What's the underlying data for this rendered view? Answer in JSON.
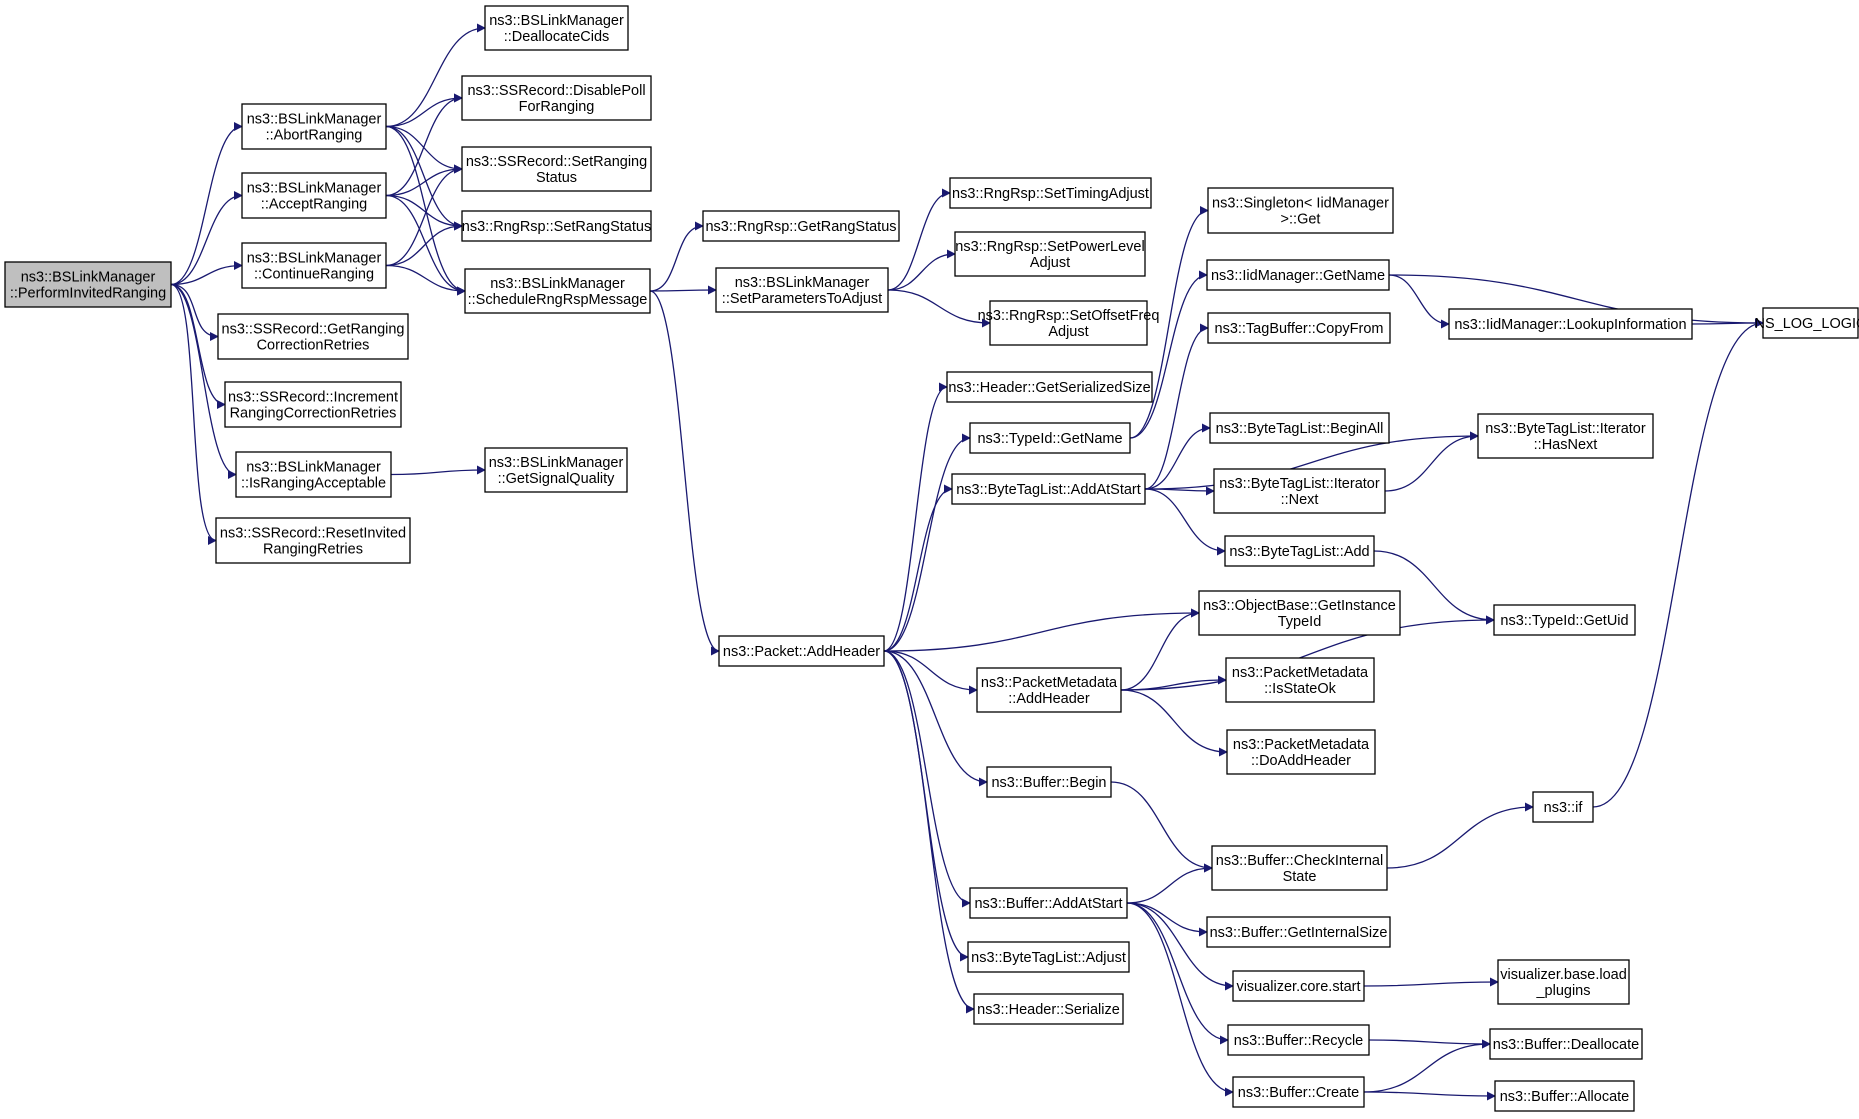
{
  "colors": {
    "edge": "#191970",
    "node_border": "#000000",
    "node_border_truncated": "#ff0000",
    "node_fill": "#ffffff",
    "focus_fill": "#bfbfbf",
    "text": "#000000"
  },
  "nodes": [
    {
      "id": "perform",
      "lines": [
        "ns3::BSLinkManager",
        "::PerformInvitedRanging"
      ],
      "focus": true
    },
    {
      "id": "abort",
      "lines": [
        "ns3::BSLinkManager",
        "::AbortRanging"
      ]
    },
    {
      "id": "accept",
      "lines": [
        "ns3::BSLinkManager",
        "::AcceptRanging"
      ]
    },
    {
      "id": "continue",
      "lines": [
        "ns3::BSLinkManager",
        "::ContinueRanging"
      ]
    },
    {
      "id": "getrangcorr",
      "lines": [
        "ns3::SSRecord::GetRanging",
        "CorrectionRetries"
      ]
    },
    {
      "id": "incr",
      "lines": [
        "ns3::SSRecord::Increment",
        "RangingCorrectionRetries"
      ]
    },
    {
      "id": "isranging",
      "lines": [
        "ns3::BSLinkManager",
        "::IsRangingAcceptable"
      ]
    },
    {
      "id": "resetinv",
      "lines": [
        "ns3::SSRecord::ResetInvited",
        "RangingRetries"
      ]
    },
    {
      "id": "dealloc",
      "lines": [
        "ns3::BSLinkManager",
        "::DeallocateCids"
      ]
    },
    {
      "id": "disablepoll",
      "lines": [
        "ns3::SSRecord::DisablePoll",
        "ForRanging"
      ]
    },
    {
      "id": "setrangstat",
      "lines": [
        "ns3::SSRecord::SetRanging",
        "Status"
      ]
    },
    {
      "id": "rngsetrang",
      "lines": [
        "ns3::RngRsp::SetRangStatus"
      ]
    },
    {
      "id": "schedule",
      "lines": [
        "ns3::BSLinkManager",
        "::ScheduleRngRspMessage"
      ]
    },
    {
      "id": "sigq",
      "lines": [
        "ns3::BSLinkManager",
        "::GetSignalQuality"
      ]
    },
    {
      "id": "getrang",
      "lines": [
        "ns3::RngRsp::GetRangStatus"
      ]
    },
    {
      "id": "setparams",
      "lines": [
        "ns3::BSLinkManager",
        "::SetParametersToAdjust"
      ]
    },
    {
      "id": "timing",
      "lines": [
        "ns3::RngRsp::SetTimingAdjust"
      ]
    },
    {
      "id": "power",
      "lines": [
        "ns3::RngRsp::SetPowerLevel",
        "Adjust"
      ]
    },
    {
      "id": "offset",
      "lines": [
        "ns3::RngRsp::SetOffsetFreq",
        "Adjust"
      ]
    },
    {
      "id": "pktadd",
      "lines": [
        "ns3::Packet::AddHeader"
      ]
    },
    {
      "id": "hdrsize",
      "lines": [
        "ns3::Header::GetSerializedSize"
      ]
    },
    {
      "id": "typename",
      "lines": [
        "ns3::TypeId::GetName"
      ]
    },
    {
      "id": "btladdstart",
      "lines": [
        "ns3::ByteTagList::AddAtStart"
      ]
    },
    {
      "id": "pmadd",
      "lines": [
        "ns3::PacketMetadata",
        "::AddHeader"
      ]
    },
    {
      "id": "bufbegin",
      "lines": [
        "ns3::Buffer::Begin"
      ]
    },
    {
      "id": "bufaddstart",
      "lines": [
        "ns3::Buffer::AddAtStart"
      ]
    },
    {
      "id": "btladjust",
      "lines": [
        "ns3::ByteTagList::Adjust"
      ]
    },
    {
      "id": "hdrser",
      "lines": [
        "ns3::Header::Serialize"
      ]
    },
    {
      "id": "singleton",
      "lines": [
        "ns3::Singleton< IidManager",
        ">::Get"
      ]
    },
    {
      "id": "iidgetname",
      "lines": [
        "ns3::IidManager::GetName"
      ]
    },
    {
      "id": "tagcopy",
      "lines": [
        "ns3::TagBuffer::CopyFrom"
      ]
    },
    {
      "id": "btlbeginall",
      "lines": [
        "ns3::ByteTagList::BeginAll"
      ],
      "truncated": true
    },
    {
      "id": "btlnext",
      "lines": [
        "ns3::ByteTagList::Iterator",
        "::Next"
      ],
      "truncated": true
    },
    {
      "id": "btladd",
      "lines": [
        "ns3::ByteTagList::Add"
      ],
      "truncated": true
    },
    {
      "id": "objtypeid",
      "lines": [
        "ns3::ObjectBase::GetInstance",
        "TypeId"
      ]
    },
    {
      "id": "pmstate",
      "lines": [
        "ns3::PacketMetadata",
        "::IsStateOk"
      ],
      "truncated": true
    },
    {
      "id": "pmdoadd",
      "lines": [
        "ns3::PacketMetadata",
        "::DoAddHeader"
      ],
      "truncated": true
    },
    {
      "id": "bufcheck",
      "lines": [
        "ns3::Buffer::CheckInternal",
        "State"
      ]
    },
    {
      "id": "bufgetsize",
      "lines": [
        "ns3::Buffer::GetInternalSize"
      ]
    },
    {
      "id": "vizstart",
      "lines": [
        "visualizer.core.start"
      ]
    },
    {
      "id": "bufrecycle",
      "lines": [
        "ns3::Buffer::Recycle"
      ]
    },
    {
      "id": "bufcreate",
      "lines": [
        "ns3::Buffer::Create"
      ]
    },
    {
      "id": "iidlookup",
      "lines": [
        "ns3::IidManager::LookupInformation"
      ]
    },
    {
      "id": "hasnext",
      "lines": [
        "ns3::ByteTagList::Iterator",
        "::HasNext"
      ]
    },
    {
      "id": "getuid",
      "lines": [
        "ns3::TypeId::GetUid"
      ]
    },
    {
      "id": "ns3if",
      "lines": [
        "ns3::if"
      ],
      "truncated": true
    },
    {
      "id": "vizload",
      "lines": [
        "visualizer.base.load",
        "_plugins"
      ],
      "truncated": true
    },
    {
      "id": "bufdealloc",
      "lines": [
        "ns3::Buffer::Deallocate"
      ]
    },
    {
      "id": "bufalloc",
      "lines": [
        "ns3::Buffer::Allocate"
      ]
    },
    {
      "id": "nslog",
      "lines": [
        "NS_LOG_LOGIC"
      ]
    }
  ],
  "edges": [
    [
      "perform",
      "abort"
    ],
    [
      "perform",
      "accept"
    ],
    [
      "perform",
      "continue"
    ],
    [
      "perform",
      "getrangcorr"
    ],
    [
      "perform",
      "incr"
    ],
    [
      "perform",
      "isranging"
    ],
    [
      "perform",
      "resetinv"
    ],
    [
      "abort",
      "dealloc"
    ],
    [
      "abort",
      "disablepoll"
    ],
    [
      "abort",
      "setrangstat"
    ],
    [
      "abort",
      "rngsetrang"
    ],
    [
      "abort",
      "schedule"
    ],
    [
      "accept",
      "disablepoll"
    ],
    [
      "accept",
      "setrangstat"
    ],
    [
      "accept",
      "rngsetrang"
    ],
    [
      "accept",
      "schedule"
    ],
    [
      "continue",
      "setrangstat"
    ],
    [
      "continue",
      "rngsetrang"
    ],
    [
      "continue",
      "schedule"
    ],
    [
      "isranging",
      "sigq"
    ],
    [
      "schedule",
      "getrang"
    ],
    [
      "schedule",
      "setparams"
    ],
    [
      "schedule",
      "pktadd"
    ],
    [
      "setparams",
      "timing"
    ],
    [
      "setparams",
      "power"
    ],
    [
      "setparams",
      "offset"
    ],
    [
      "pktadd",
      "hdrsize"
    ],
    [
      "pktadd",
      "typename"
    ],
    [
      "pktadd",
      "btladdstart"
    ],
    [
      "pktadd",
      "objtypeid"
    ],
    [
      "pktadd",
      "pmadd"
    ],
    [
      "pktadd",
      "bufbegin"
    ],
    [
      "pktadd",
      "bufaddstart"
    ],
    [
      "pktadd",
      "btladjust"
    ],
    [
      "pktadd",
      "hdrser"
    ],
    [
      "typename",
      "singleton"
    ],
    [
      "typename",
      "iidgetname"
    ],
    [
      "iidgetname",
      "iidlookup"
    ],
    [
      "iidgetname",
      "nslog"
    ],
    [
      "iidlookup",
      "nslog"
    ],
    [
      "btladdstart",
      "tagcopy"
    ],
    [
      "btladdstart",
      "hasnext"
    ],
    [
      "btladdstart",
      "btlbeginall"
    ],
    [
      "btladdstart",
      "btlnext"
    ],
    [
      "btladdstart",
      "btladd"
    ],
    [
      "btlnext",
      "hasnext"
    ],
    [
      "btladd",
      "getuid"
    ],
    [
      "pmadd",
      "objtypeid"
    ],
    [
      "pmadd",
      "pmstate"
    ],
    [
      "pmadd",
      "pmdoadd"
    ],
    [
      "pmadd",
      "getuid"
    ],
    [
      "bufbegin",
      "bufcheck"
    ],
    [
      "bufaddstart",
      "bufcheck"
    ],
    [
      "bufaddstart",
      "bufgetsize"
    ],
    [
      "bufaddstart",
      "vizstart"
    ],
    [
      "bufaddstart",
      "bufrecycle"
    ],
    [
      "bufaddstart",
      "bufcreate"
    ],
    [
      "bufcheck",
      "ns3if"
    ],
    [
      "ns3if",
      "nslog"
    ],
    [
      "vizstart",
      "vizload"
    ],
    [
      "bufrecycle",
      "bufdealloc"
    ],
    [
      "bufcreate",
      "bufdealloc"
    ],
    [
      "bufcreate",
      "bufalloc"
    ]
  ]
}
